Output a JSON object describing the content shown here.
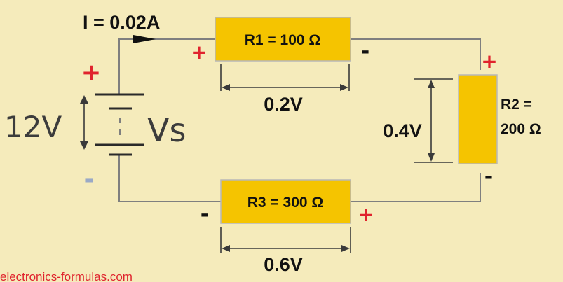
{
  "current_label": "I = 0.02A",
  "source": {
    "voltage": "12V",
    "name": "Vs",
    "plus": "+",
    "minus": "-"
  },
  "resistors": [
    {
      "id": "R1",
      "label": "R1 = 100 Ω",
      "drop": "0.2V",
      "plus": "+",
      "minus": "-"
    },
    {
      "id": "R2",
      "label_line1": "R2 =",
      "label_line2": "200 Ω",
      "drop": "0.4V",
      "plus": "+",
      "minus": "-"
    },
    {
      "id": "R3",
      "label": "R3 = 300 Ω",
      "drop": "0.6V",
      "plus": "+",
      "minus": "-"
    }
  ],
  "credit": "electronics-formulas.com",
  "colors": {
    "background": "#f5ebbb",
    "resistor_fill": "#f5c400",
    "plus_sign": "#e0232d",
    "source_minus": "#9aa9c6",
    "wire": "#7f7f7f"
  }
}
